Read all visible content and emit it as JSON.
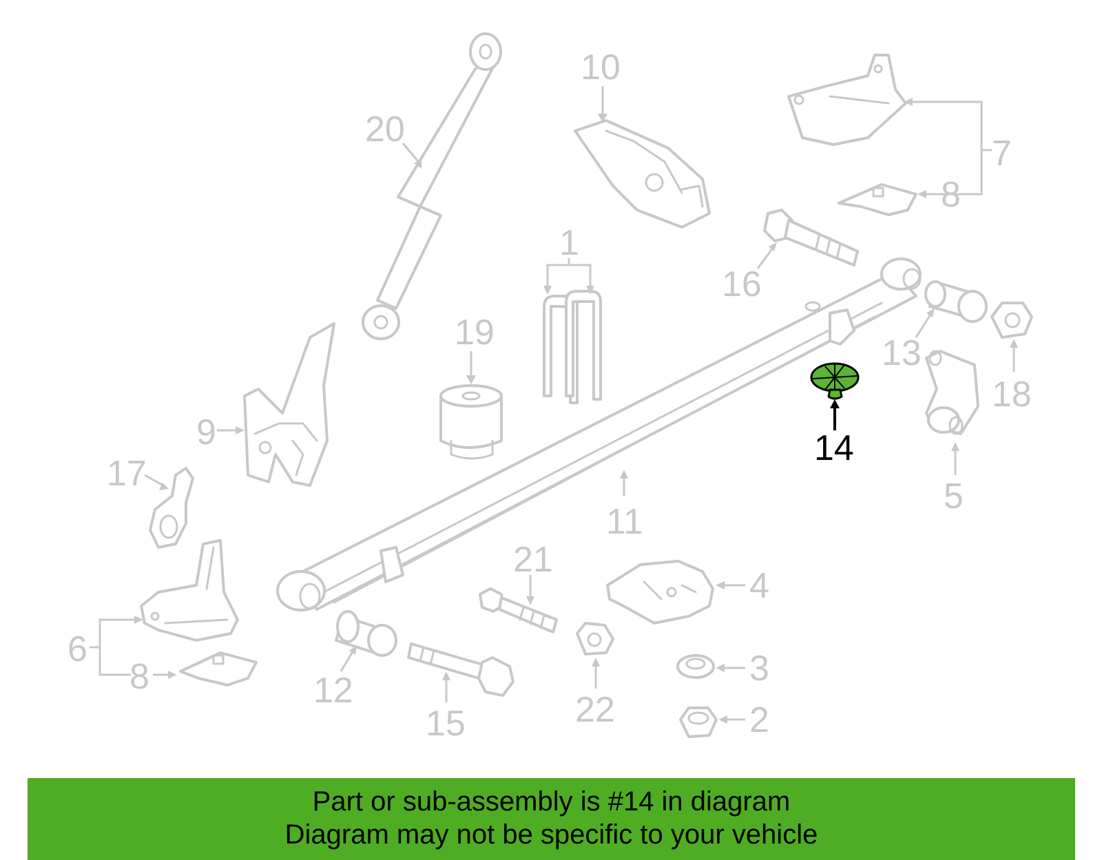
{
  "diagram": {
    "highlighted_part": "14",
    "colors": {
      "highlight": "#5cb533",
      "banner": "#4fad23",
      "part_outline": "#c8c8c8",
      "active_label": "#000000"
    },
    "callouts": {
      "c1": "1",
      "c2": "2",
      "c3": "3",
      "c4": "4",
      "c5": "5",
      "c6": "6",
      "c7": "7",
      "c8a": "8",
      "c8b": "8",
      "c9": "9",
      "c10": "10",
      "c11": "11",
      "c12": "12",
      "c13": "13",
      "c14": "14",
      "c15": "15",
      "c16": "16",
      "c17": "17",
      "c18": "18",
      "c19": "19",
      "c20": "20",
      "c21": "21",
      "c22": "22"
    }
  },
  "banner": {
    "line1": "Part or sub-assembly is #14 in diagram",
    "line2": "Diagram may not be specific to your vehicle"
  }
}
